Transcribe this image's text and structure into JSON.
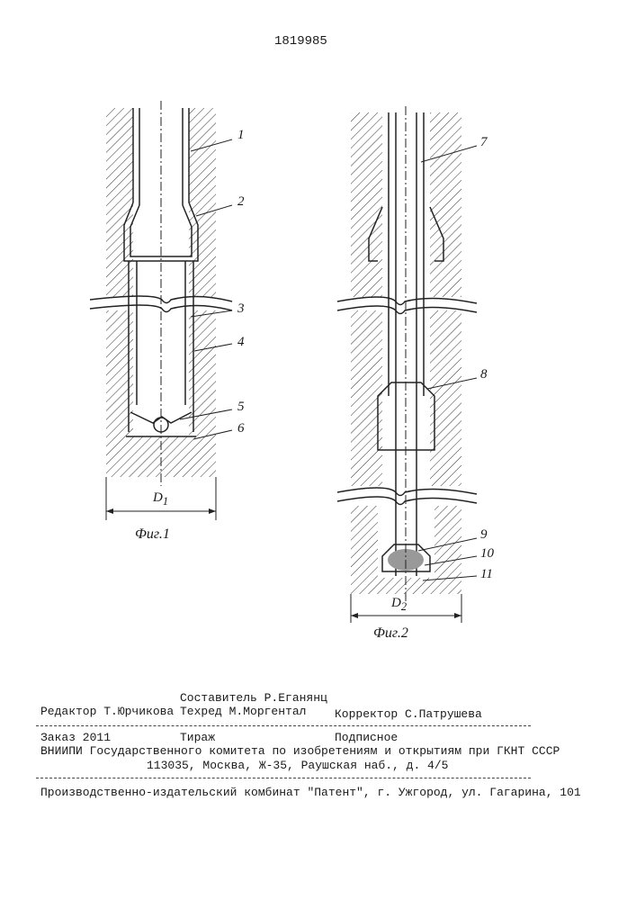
{
  "header": {
    "patent_number": "1819985"
  },
  "figure1": {
    "caption": "Фиг.1",
    "dim_label": "D",
    "dim_sub": "1",
    "callouts": [
      "1",
      "2",
      "3",
      "4",
      "5",
      "6"
    ]
  },
  "figure2": {
    "caption": "Фиг.2",
    "dim_label": "D",
    "dim_sub": "2",
    "callouts": [
      "7",
      "8",
      "9",
      "10",
      "11"
    ]
  },
  "colophon": {
    "compiler": "Составитель Р.Еганянц",
    "editor": "Редактор Т.Юрчикова",
    "techred": "Техред М.Моргентал",
    "corrector": "Корректор С.Патрушева",
    "order": "Заказ 2011",
    "circulation": "Тираж",
    "subscription": "Подписное",
    "institute": "ВНИИПИ Государственного комитета по изобретениям и открытиям при ГКНТ СССР",
    "address": "113035, Москва, Ж-35, Раушская наб., д. 4/5",
    "publisher": "Производственно-издательский комбинат \"Патент\", г. Ужгород, ул. Гагарина, 101"
  }
}
